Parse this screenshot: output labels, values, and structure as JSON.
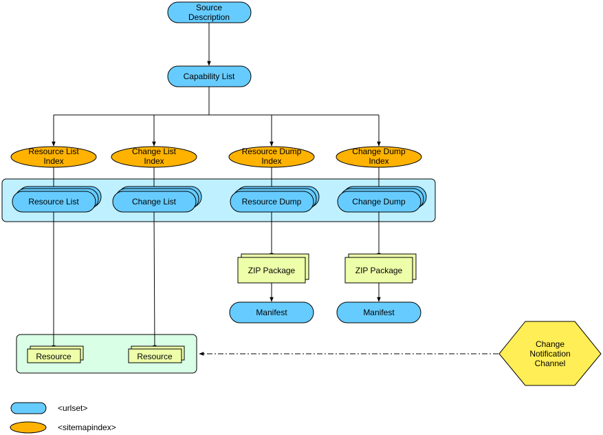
{
  "nodes": {
    "source_description": [
      "Source",
      "Description"
    ],
    "capability_list": "Capability List",
    "resource_list_index": [
      "Resource List",
      "Index"
    ],
    "change_list_index": [
      "Change List",
      "Index"
    ],
    "resource_dump_index": [
      "Resource Dump",
      "Index"
    ],
    "change_dump_index": [
      "Change Dump",
      "Index"
    ],
    "resource_list": "Resource List",
    "change_list": "Change List",
    "resource_dump": "Resource Dump",
    "change_dump": "Change Dump",
    "zip_package_1": "ZIP Package",
    "zip_package_2": "ZIP Package",
    "manifest_1": "Manifest",
    "manifest_2": "Manifest",
    "resource_1": "Resource",
    "resource_2": "Resource",
    "change_notification_channel": [
      "Change",
      "Notification",
      "Channel"
    ]
  },
  "legend": {
    "urlset": "<urlset>",
    "sitemapindex": "<sitemapindex>"
  },
  "colors": {
    "urlset": "#66ccff",
    "sitemapindex": "#ffb300",
    "group_blue": "#bff0ff",
    "group_green": "#d9ffe6",
    "package": "#eeffaa",
    "channel": "#ffee55",
    "stroke": "#000000"
  }
}
